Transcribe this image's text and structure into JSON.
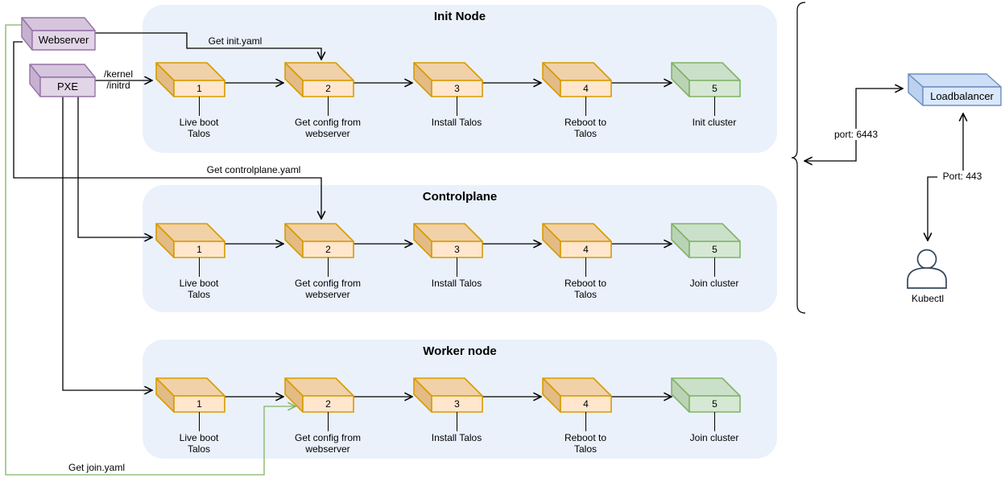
{
  "palette": {
    "lane_bg": "#EAF1FB",
    "orange_fill": "#FFE6CC",
    "orange_stroke": "#D79B00",
    "green_fill": "#D5E8D4",
    "green_stroke": "#82B366",
    "purple_fill": "#E1D5E7",
    "purple_stroke": "#9673A6",
    "blue_fill": "#DAE8FC",
    "blue_stroke": "#6C8EBF",
    "connector_black": "#000000",
    "connector_green": "#82B366",
    "actor_stroke": "#33475C"
  },
  "lanes": [
    {
      "title": "Init Node",
      "steps": [
        {
          "number": "1",
          "label": "Live boot\nTalos"
        },
        {
          "number": "2",
          "label": "Get config from\nwebserver"
        },
        {
          "number": "3",
          "label": "Install Talos"
        },
        {
          "number": "4",
          "label": "Reboot to\nTalos"
        },
        {
          "number": "5",
          "label": "Init cluster"
        }
      ]
    },
    {
      "title": "Controlplane",
      "steps": [
        {
          "number": "1",
          "label": "Live boot\nTalos"
        },
        {
          "number": "2",
          "label": "Get config from\nwebserver"
        },
        {
          "number": "3",
          "label": "Install Talos"
        },
        {
          "number": "4",
          "label": "Reboot to\nTalos"
        },
        {
          "number": "5",
          "label": "Join cluster"
        }
      ]
    },
    {
      "title": "Worker node",
      "steps": [
        {
          "number": "1",
          "label": "Live boot\nTalos"
        },
        {
          "number": "2",
          "label": "Get config from\nwebserver"
        },
        {
          "number": "3",
          "label": "Install Talos"
        },
        {
          "number": "4",
          "label": "Reboot to\nTalos"
        },
        {
          "number": "5",
          "label": "Join cluster"
        }
      ]
    }
  ],
  "nodes": {
    "webserver": {
      "label": "Webserver"
    },
    "pxe": {
      "label": "PXE"
    },
    "loadbalancer": {
      "label": "Loadbalancer"
    },
    "kubectl": {
      "label": "Kubectl"
    }
  },
  "edge_labels": {
    "get_init": "Get init.yaml",
    "get_controlplane": "Get controlplane.yaml",
    "get_join": "Get join.yaml",
    "kernel": "/kernel",
    "initrd": "/initrd",
    "port_6443": "port: 6443",
    "port_443": "Port: 443"
  }
}
